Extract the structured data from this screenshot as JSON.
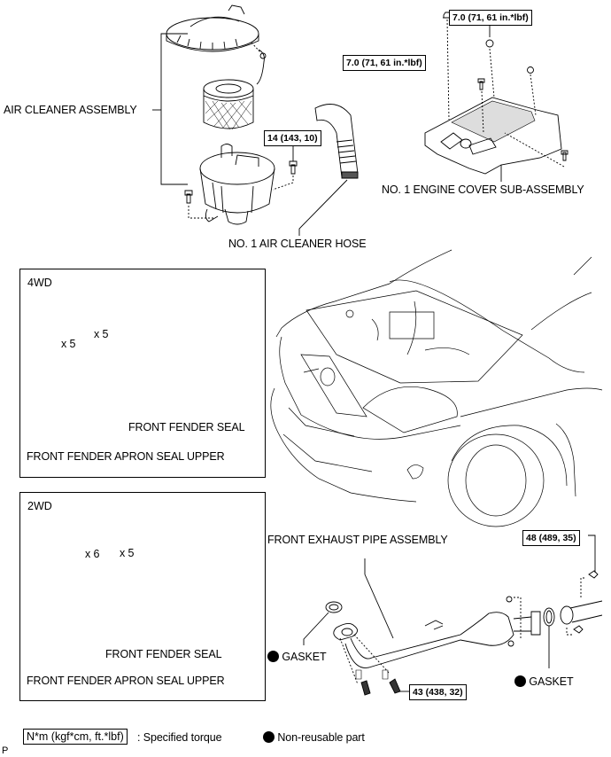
{
  "diagram": {
    "labels": {
      "air_cleaner_assembly": "AIR CLEANER ASSEMBLY",
      "air_cleaner_hose": "NO. 1 AIR CLEANER HOSE",
      "engine_cover": "NO. 1 ENGINE COVER SUB-ASSEMBLY",
      "front_exhaust_pipe": "FRONT EXHAUST PIPE ASSEMBLY",
      "gasket_left": "GASKET",
      "gasket_right": "GASKET"
    },
    "torques": {
      "air_cleaner_bolt": "14 (143, 10)",
      "engine_cover_nut": "7.0 (71, 61 in.*lbf)",
      "engine_cover_bolt": "7.0 (71, 61 in.*lbf)",
      "exhaust_rear_bolt": "48 (489, 35)",
      "exhaust_front_nut": "43 (438, 32)"
    },
    "panels": [
      {
        "title": "4WD",
        "qty_apron": "x 5",
        "qty_fender": "x 5",
        "fender_seal": "FRONT FENDER SEAL",
        "apron_seal": "FRONT FENDER APRON SEAL UPPER"
      },
      {
        "title": "2WD",
        "qty_apron": "x 6",
        "qty_fender": "x 5",
        "fender_seal": "FRONT FENDER SEAL",
        "apron_seal": "FRONT FENDER APRON SEAL UPPER"
      }
    ],
    "legend": {
      "torque_unit": "N*m (kgf*cm, ft.*lbf)",
      "torque_desc": ": Specified torque",
      "nonreusable_desc": "Non-reusable part",
      "nonreusable_icon": "filled-circle"
    },
    "corner_mark": "P"
  }
}
